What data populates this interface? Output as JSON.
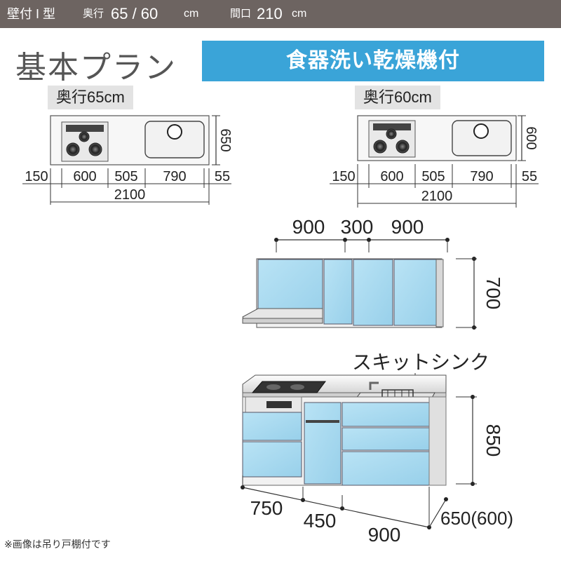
{
  "header": {
    "type_label": "壁付 I 型",
    "depth_caption": "奥行",
    "depth_value": "65 / 60",
    "depth_unit": "cm",
    "width_caption": "間口",
    "width_value": "210",
    "width_unit": "cm"
  },
  "plan_title": "基本プラン",
  "feature_banner": "食器洗い乾燥機付",
  "plan_65": {
    "label": "奥行65cm",
    "depth": "650",
    "segments": [
      "150",
      "600",
      "505",
      "790",
      "55"
    ],
    "total": "2100"
  },
  "plan_60": {
    "label": "奥行60cm",
    "depth": "600",
    "segments": [
      "150",
      "600",
      "505",
      "790",
      "55"
    ],
    "total": "2100"
  },
  "wall_cabinet": {
    "widths": [
      "900",
      "300",
      "900"
    ],
    "height": "700"
  },
  "base_cabinet": {
    "sink_label": "スキットシンク",
    "height": "850",
    "widths": [
      "750",
      "450",
      "900"
    ],
    "depth": "650(600)"
  },
  "footnote": "※画像は吊り戸棚付です",
  "colors": {
    "header_bg": "#6d6461",
    "banner_bg": "#3aa4d8",
    "cabinet_blue": "#a9daf0",
    "label_bg": "#e3e3e3"
  },
  "icons": [
    "gas-hob-icon",
    "sink-bowl-icon",
    "range-hood-icon",
    "dish-rack-icon",
    "faucet-icon"
  ]
}
